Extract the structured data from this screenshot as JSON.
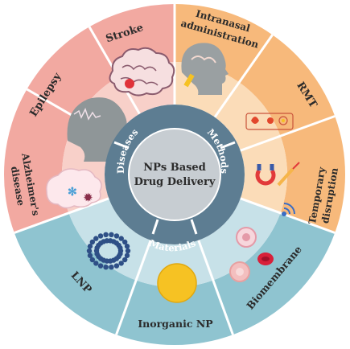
{
  "center": {
    "line1": "NPs Based",
    "line2": "Drug Delivery"
  },
  "ring_labels": {
    "diseases": "Diseases",
    "methods": "Methods",
    "materials": "Materials"
  },
  "segments": {
    "stroke": "Stroke",
    "epilepsy": "Epilepsy",
    "alzheimers_line1": "Alzheimer's",
    "alzheimers_line2": "disease",
    "intranasal_line1": "Intranasal",
    "intranasal_line2": "administration",
    "rmt": "RMT",
    "temporary_line1": "Temporary",
    "temporary_line2": "disruption",
    "biomembrane": "Biomembrane",
    "inorganic_np": "Inorganic NP",
    "lnp": "LNP"
  },
  "colors": {
    "diseases_outer": "#f2a9a1",
    "diseases_inner": "#f8d0c9",
    "methods_outer": "#f7b97b",
    "methods_inner": "#fbdcb8",
    "materials_outer": "#8fc4d0",
    "materials_inner": "#c7e1e8",
    "ring": "#5d7d92",
    "center": "#c7cdd2",
    "inorganic_np": "#f6c223"
  }
}
